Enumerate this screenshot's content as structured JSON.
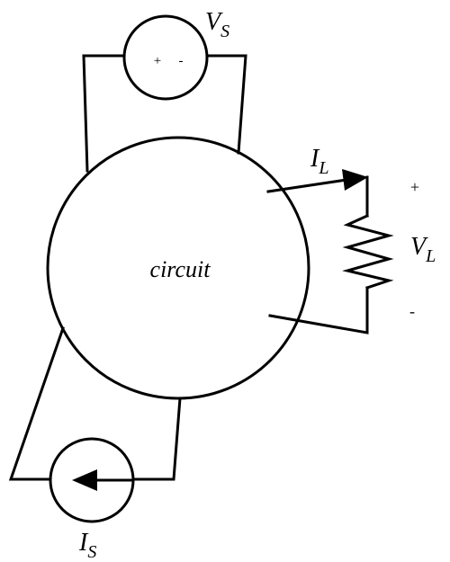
{
  "diagram": {
    "circuit_label": "circuit",
    "voltage_source": {
      "symbol": "V",
      "subscript": "S",
      "plus": "+",
      "minus": "-"
    },
    "current_source": {
      "symbol": "I",
      "subscript": "S"
    },
    "load_current": {
      "symbol": "I",
      "subscript": "L"
    },
    "load_voltage": {
      "symbol": "V",
      "subscript": "L",
      "plus": "+",
      "minus": "-"
    }
  }
}
